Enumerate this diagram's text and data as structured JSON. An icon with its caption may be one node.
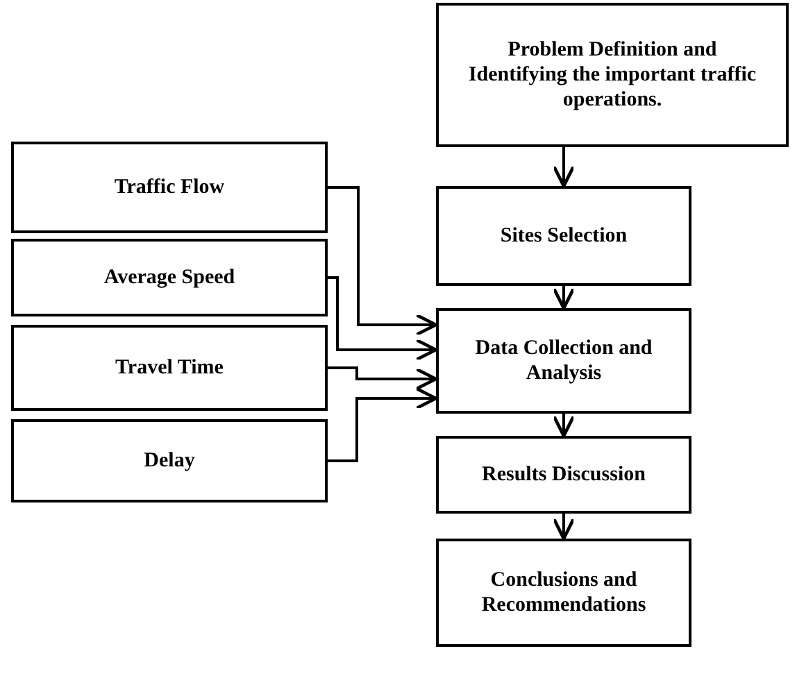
{
  "diagram": {
    "nodes": [
      {
        "text": [
          "Problem Definition and Identifying the important traffic operations."
        ]
      },
      {
        "text": [
          "Sites Selection"
        ]
      },
      {
        "text": [
          "Data Collection and Analysis"
        ]
      },
      {
        "text": [
          "Results Discussion"
        ]
      },
      {
        "text": [
          "Conclusions and Recommendations"
        ]
      },
      {
        "text": [
          "Traffic Flow"
        ]
      },
      {
        "text": [
          "Average Speed"
        ]
      },
      {
        "text": [
          "Travel Time"
        ]
      },
      {
        "text": [
          "Delay"
        ]
      }
    ],
    "edges": [
      {
        "from": 0,
        "to": 1,
        "arrow": "to"
      },
      {
        "from": 1,
        "to": 2,
        "arrow": "to"
      },
      {
        "from": 2,
        "to": 3,
        "arrow": "to"
      },
      {
        "from": 3,
        "to": 4,
        "arrow": "to"
      },
      {
        "from": 5,
        "to": 2,
        "arrow": "to"
      },
      {
        "from": 6,
        "to": 2,
        "arrow": "to"
      },
      {
        "from": 7,
        "to": 2,
        "arrow": "to"
      },
      {
        "from": 8,
        "to": 2,
        "arrow": "to"
      }
    ]
  }
}
